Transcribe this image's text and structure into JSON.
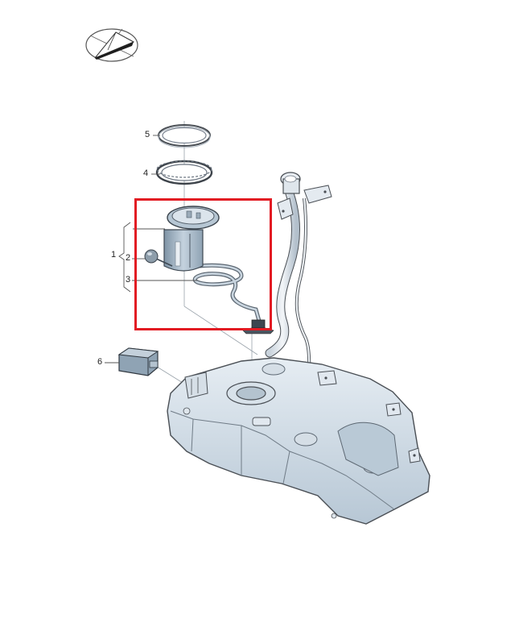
{
  "diagram": {
    "type": "exploded-parts-diagram",
    "subject": "fuel tank assembly with fuel pump module",
    "highlight": {
      "color": "#e21b23",
      "target": "fuel pump module (items 1-3)"
    },
    "colors": {
      "part_fill": "#cdd9e4",
      "part_shade": "#9fb2c2",
      "line": "#4a4f55",
      "callout_line": "#555555",
      "dark_part": "#3c4650"
    }
  },
  "logo": {
    "icon": "paper-plane-emblem-icon"
  },
  "callouts": [
    {
      "id": "1",
      "label": "1",
      "part": "fuel pump module (assembly bracket)"
    },
    {
      "id": "2",
      "label": "2",
      "part": "fuel level sender float"
    },
    {
      "id": "3",
      "label": "3",
      "part": "fuel line / wiring harness"
    },
    {
      "id": "4",
      "label": "4",
      "part": "locking ring"
    },
    {
      "id": "5",
      "label": "5",
      "part": "seal ring"
    },
    {
      "id": "6",
      "label": "6",
      "part": "fuel pump control unit"
    }
  ]
}
